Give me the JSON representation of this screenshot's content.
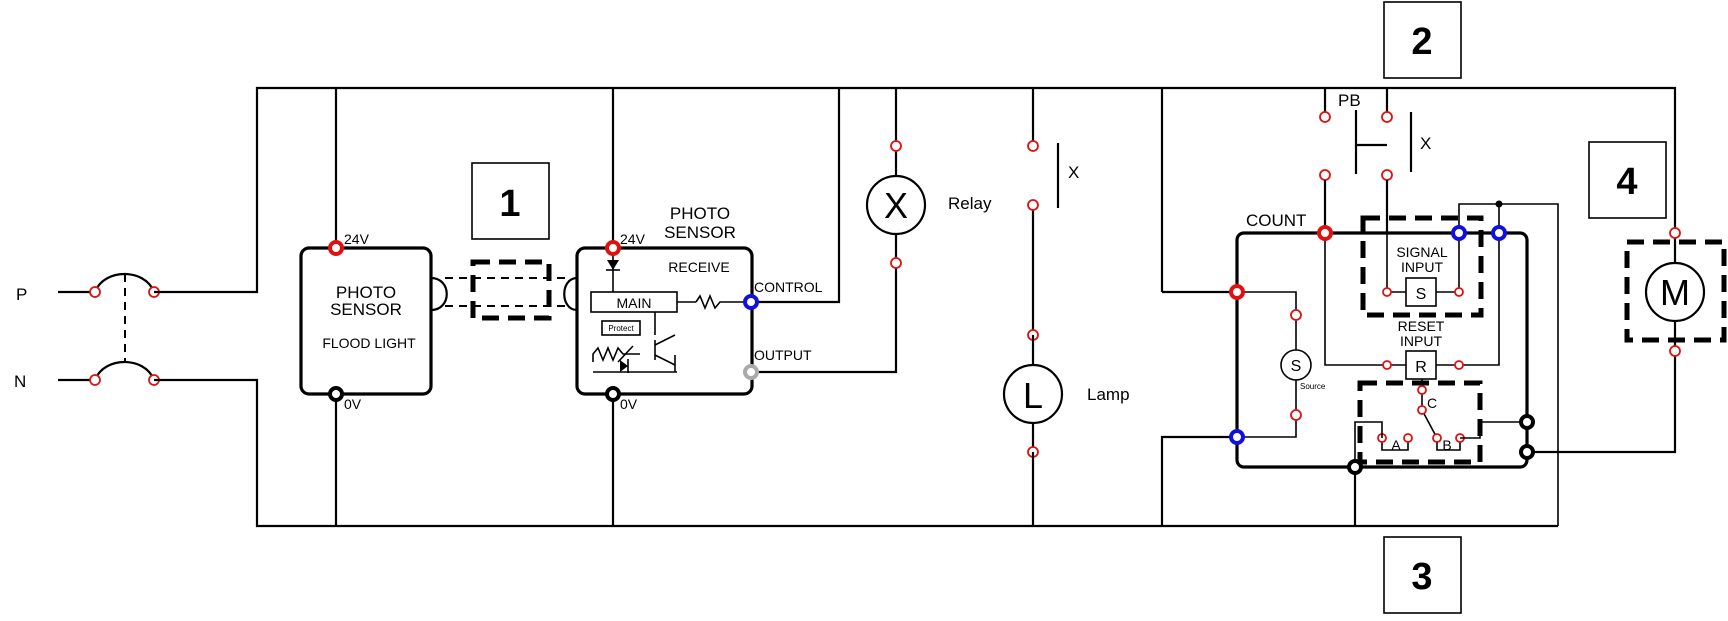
{
  "lines": {
    "phase": "P",
    "neutral": "N"
  },
  "placeholders": [
    {
      "number": "1"
    },
    {
      "number": "2"
    },
    {
      "number": "3"
    },
    {
      "number": "4"
    }
  ],
  "emitter": {
    "title_line1": "PHOTO",
    "title_line2": "SENSOR",
    "subtitle": "FLOOD LIGHT",
    "supply_label": "24V",
    "ground_label": "0V"
  },
  "receiver": {
    "title_line1": "PHOTO",
    "title_line2": "SENSOR",
    "mode": "RECEIVE",
    "main_block": "MAIN",
    "protect_block": "Protect",
    "supply_label": "24V",
    "ground_label": "0V",
    "control_label": "CONTROL",
    "output_label": "OUTPUT"
  },
  "relay": {
    "symbol": "X",
    "label": "Relay"
  },
  "relay_contact": {
    "label": "X"
  },
  "lamp": {
    "symbol": "L",
    "label": "Lamp"
  },
  "push_button": {
    "label": "PB",
    "contact_label": "X"
  },
  "counter": {
    "title": "COUNT",
    "signal_line1": "SIGNAL",
    "signal_line2": "INPUT",
    "signal_symbol": "S",
    "reset_line1": "RESET",
    "reset_line2": "INPUT",
    "reset_symbol": "R",
    "source_symbol": "S",
    "source_label": "Source",
    "contact_c": "C",
    "contact_a": "A",
    "contact_b": "B"
  },
  "motor": {
    "symbol": "M"
  },
  "colors": {
    "wire": "#000000",
    "terminal_red": "#e01010",
    "terminal_blue": "#1010e0",
    "terminal_black": "#000000",
    "terminal_gray": "#aaaaaa",
    "background": "#ffffff"
  }
}
